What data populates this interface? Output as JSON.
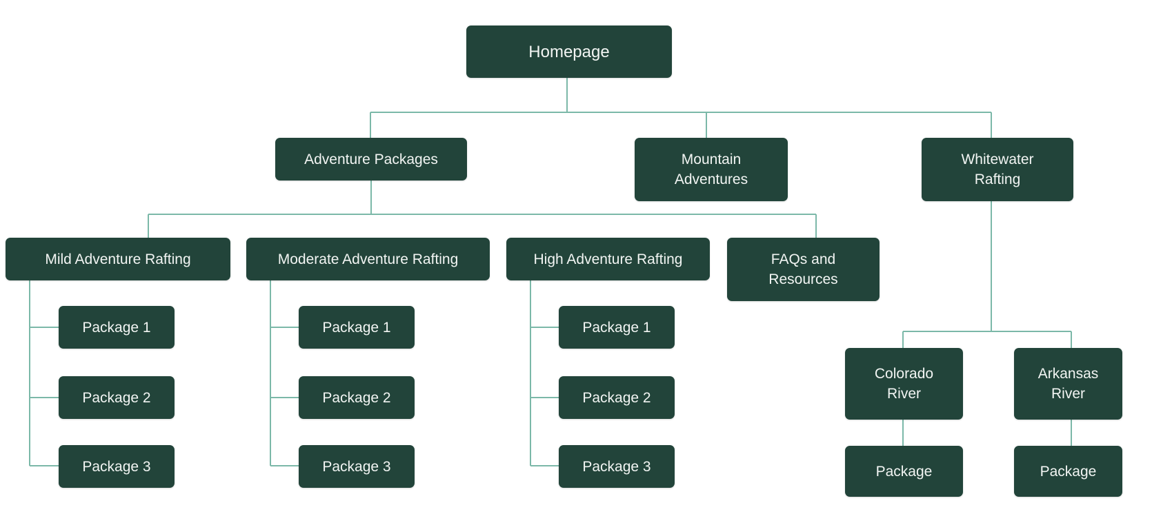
{
  "diagram": {
    "colors": {
      "node_fill": "#22443A",
      "node_text": "#F2F5F3",
      "connector": "#7BB8A8"
    },
    "nodes": {
      "homepage": "Homepage",
      "adventure_packages": "Adventure Packages",
      "mountain_adventures": "Mountain\nAdventures",
      "whitewater_rafting": "Whitewater\nRafting",
      "mild": "Mild Adventure Rafting",
      "moderate": "Moderate Adventure Rafting",
      "high": "High Adventure Rafting",
      "faqs": "FAQs and\nResources",
      "mild_p1": "Package 1",
      "mild_p2": "Package 2",
      "mild_p3": "Package 3",
      "moderate_p1": "Package 1",
      "moderate_p2": "Package 2",
      "moderate_p3": "Package 3",
      "high_p1": "Package 1",
      "high_p2": "Package 2",
      "high_p3": "Package 3",
      "colorado": "Colorado\nRiver",
      "arkansas": "Arkansas\nRiver",
      "colorado_pkg": "Package",
      "arkansas_pkg": "Package"
    },
    "edges": [
      [
        "homepage",
        "adventure_packages"
      ],
      [
        "homepage",
        "mountain_adventures"
      ],
      [
        "homepage",
        "whitewater_rafting"
      ],
      [
        "adventure_packages",
        "mild"
      ],
      [
        "adventure_packages",
        "moderate"
      ],
      [
        "adventure_packages",
        "high"
      ],
      [
        "adventure_packages",
        "faqs"
      ],
      [
        "mild",
        "mild_p1"
      ],
      [
        "mild",
        "mild_p2"
      ],
      [
        "mild",
        "mild_p3"
      ],
      [
        "moderate",
        "moderate_p1"
      ],
      [
        "moderate",
        "moderate_p2"
      ],
      [
        "moderate",
        "moderate_p3"
      ],
      [
        "high",
        "high_p1"
      ],
      [
        "high",
        "high_p2"
      ],
      [
        "high",
        "high_p3"
      ],
      [
        "whitewater_rafting",
        "colorado"
      ],
      [
        "whitewater_rafting",
        "arkansas"
      ],
      [
        "colorado",
        "colorado_pkg"
      ],
      [
        "arkansas",
        "arkansas_pkg"
      ]
    ]
  }
}
